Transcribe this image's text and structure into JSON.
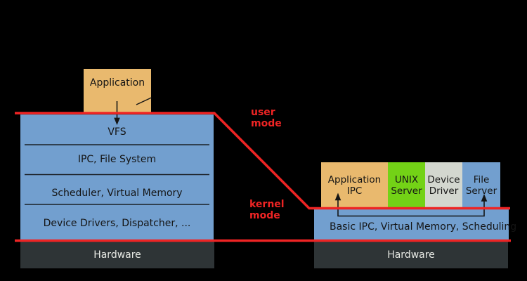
{
  "diagram": {
    "title_visible": "",
    "mode_labels": {
      "user_line1": "user",
      "user_line2": "mode",
      "kernel_line1": "kernel",
      "kernel_line2": "mode"
    },
    "monolithic": {
      "application_label": "Application",
      "kernel_layers": [
        "VFS",
        "IPC, File System",
        "Scheduler, Virtual Memory",
        "Device Drivers, Dispatcher, ..."
      ],
      "hardware_label": "Hardware"
    },
    "microkernel": {
      "servers": [
        {
          "line1": "Application",
          "line2": "IPC",
          "color": "#e9b96e"
        },
        {
          "line1": "UNIX",
          "line2": "Server",
          "color": "#73d216"
        },
        {
          "line1": "Device",
          "line2": "Driver",
          "color": "#d3d7cf"
        },
        {
          "line1": "File",
          "line2": "Server",
          "color": "#729fcf"
        }
      ],
      "kernel_label": "Basic IPC, Virtual Memory, Scheduling",
      "hardware_label": "Hardware"
    },
    "colors": {
      "background": "#000000",
      "application_box": "#e9b96e",
      "kernel_blue": "#729fcf",
      "unix_server_green": "#73d216",
      "device_driver_gray": "#d3d7cf",
      "hardware_dark": "#2e3436",
      "hardware_text": "#e8eae5",
      "boundary_red": "#ee2424",
      "line_black": "#141414"
    }
  }
}
